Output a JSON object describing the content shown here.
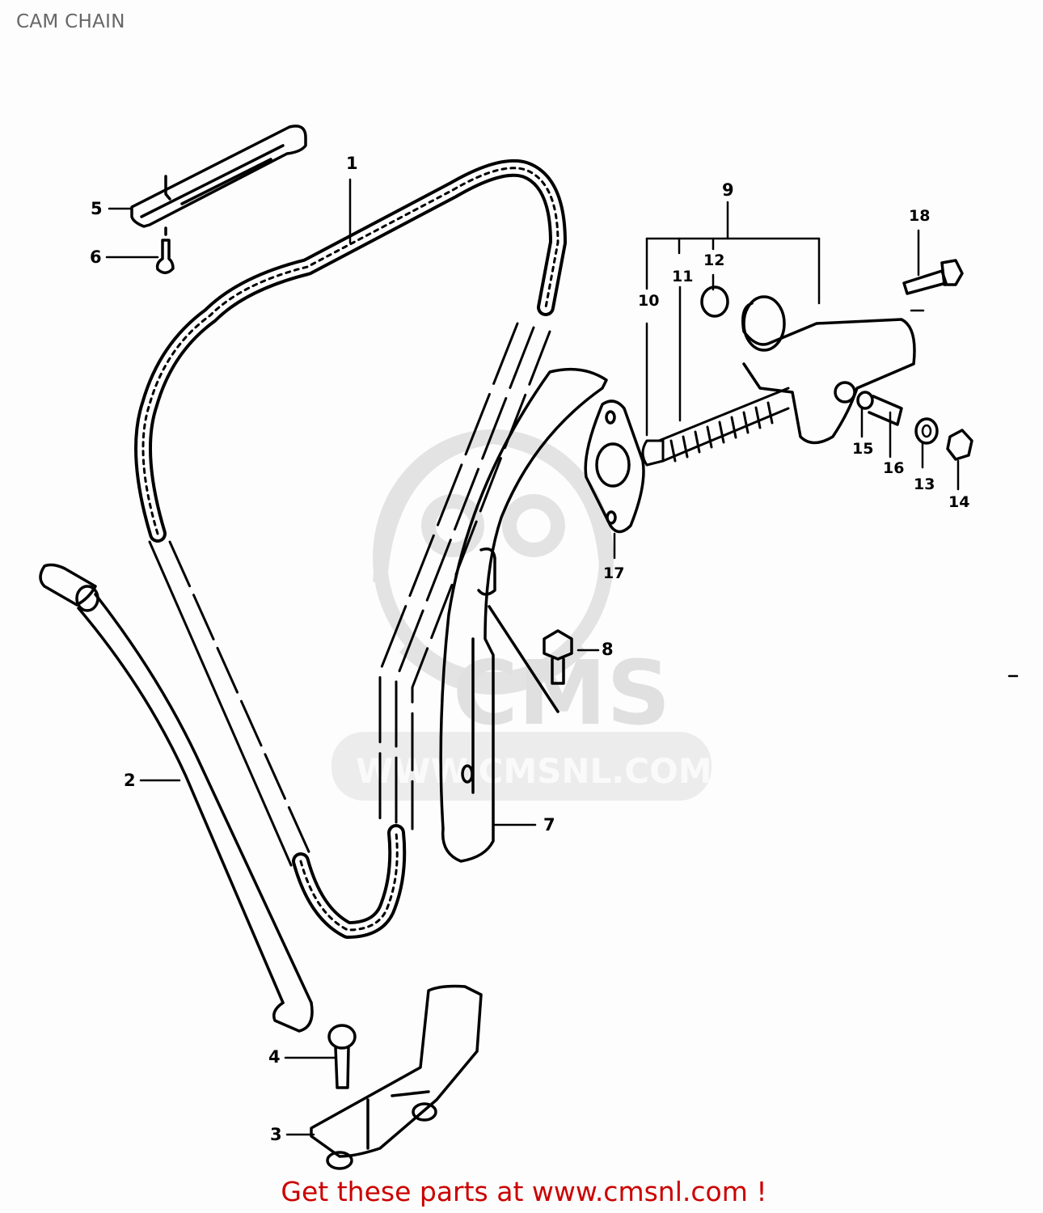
{
  "page": {
    "title": "CAM CHAIN"
  },
  "diagram": {
    "watermark": {
      "logo_text": "CMS",
      "url_text": "WWW.CMSNL.COM",
      "color": "#e3e3e3"
    },
    "line_color": "#000000",
    "callouts": [
      {
        "number": "1",
        "part": "cam-chain"
      },
      {
        "number": "2",
        "part": "chain-guide-front"
      },
      {
        "number": "3",
        "part": "guide-holder"
      },
      {
        "number": "4",
        "part": "guide-holder-screw"
      },
      {
        "number": "5",
        "part": "top-chain-guide"
      },
      {
        "number": "6",
        "part": "top-guide-screw"
      },
      {
        "number": "7",
        "part": "tensioner-guide"
      },
      {
        "number": "8",
        "part": "guide-bolt"
      },
      {
        "number": "9",
        "part": "tensioner-assembly"
      },
      {
        "number": "10",
        "part": "push-rod"
      },
      {
        "number": "11",
        "part": "spring"
      },
      {
        "number": "12",
        "part": "seal"
      },
      {
        "number": "13",
        "part": "washer"
      },
      {
        "number": "14",
        "part": "nut"
      },
      {
        "number": "15",
        "part": "o-ring"
      },
      {
        "number": "16",
        "part": "stopper-bolt"
      },
      {
        "number": "17",
        "part": "gasket"
      },
      {
        "number": "18",
        "part": "tensioner-bolt"
      }
    ]
  },
  "footer": {
    "link_text": "Get these parts at www.cmsnl.com !",
    "color": "#cc0000"
  }
}
